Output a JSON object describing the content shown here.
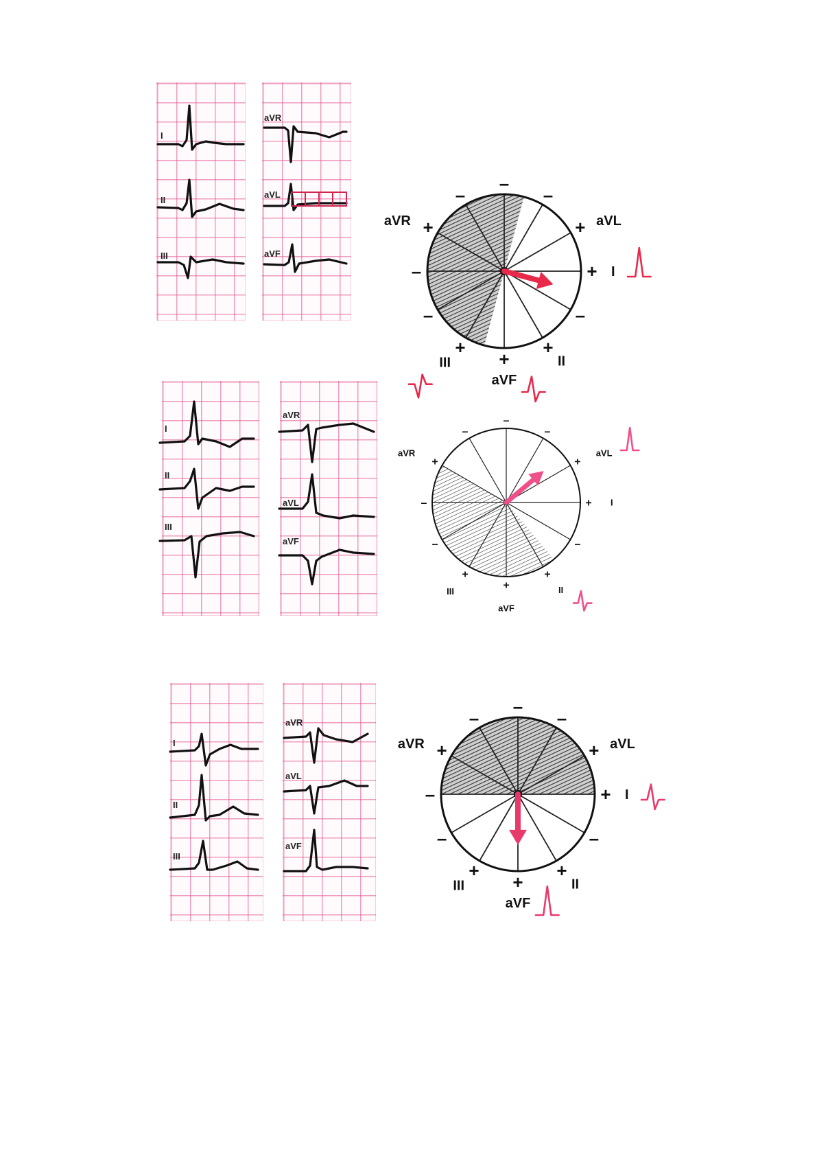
{
  "panels": [
    {
      "left_leads": [
        "I",
        "II",
        "III"
      ],
      "right_leads": [
        "aVR",
        "aVL",
        "aVF"
      ],
      "wheel": {
        "labels": {
          "avr": "aVR",
          "avl": "aVL",
          "lead_i": "I",
          "lead_ii": "II",
          "lead_iii": "III",
          "avf": "aVF"
        },
        "signs": {
          "plus": "+",
          "minus": "–"
        },
        "axis_deg": 15,
        "shade_from_deg": 105,
        "shade_to_deg": 285,
        "accent_color": "#e8294a",
        "mini_waves": [
          "lead_i",
          "lead_iii",
          "avf"
        ]
      }
    },
    {
      "left_leads": [
        "I",
        "II",
        "III"
      ],
      "right_leads": [
        "aVR",
        "aVL",
        "aVF"
      ],
      "wheel": {
        "labels": {
          "avr": "aVR",
          "avl": "aVL",
          "lead_i": "I",
          "lead_ii": "II",
          "lead_iii": "III",
          "avf": "aVF"
        },
        "signs": {
          "plus": "+",
          "minus": "–"
        },
        "axis_deg": -40,
        "shade_from_deg": 50,
        "shade_to_deg": 210,
        "accent_color": "#f0508a",
        "mini_waves": [
          "avl",
          "lead_ii"
        ]
      }
    },
    {
      "left_leads": [
        "I",
        "II",
        "III"
      ],
      "right_leads": [
        "aVR",
        "aVL",
        "aVF"
      ],
      "wheel": {
        "labels": {
          "avr": "aVR",
          "avl": "aVL",
          "lead_i": "I",
          "lead_ii": "II",
          "lead_iii": "III",
          "avf": "aVF"
        },
        "signs": {
          "plus": "+",
          "minus": "–"
        },
        "axis_deg": 90,
        "shade_from_deg": 180,
        "shade_to_deg": 360,
        "accent_color": "#e83a6a",
        "mini_waves": [
          "lead_i",
          "avf"
        ]
      }
    }
  ]
}
